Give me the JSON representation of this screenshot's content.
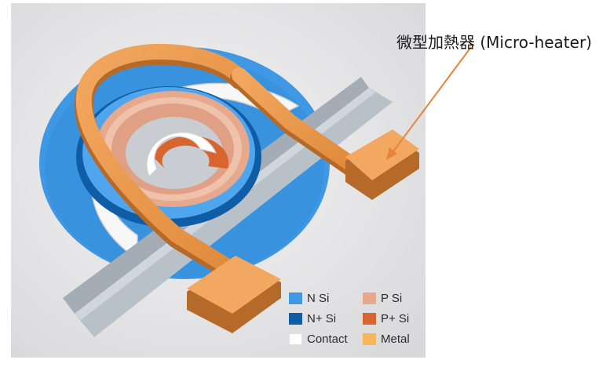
{
  "annotation": {
    "label": "微型加熱器 (Micro-heater)",
    "color": "#E8843A"
  },
  "legend": [
    {
      "label": "N Si",
      "color": "#3E98E4"
    },
    {
      "label": "P Si",
      "color": "#E6A98E"
    },
    {
      "label": "N+ Si",
      "color": "#0F5DA6"
    },
    {
      "label": "P+ Si",
      "color": "#D8652D"
    },
    {
      "label": "Contact",
      "color": "#FFFFFF"
    },
    {
      "label": "Metal",
      "color": "#F5B75A"
    }
  ]
}
